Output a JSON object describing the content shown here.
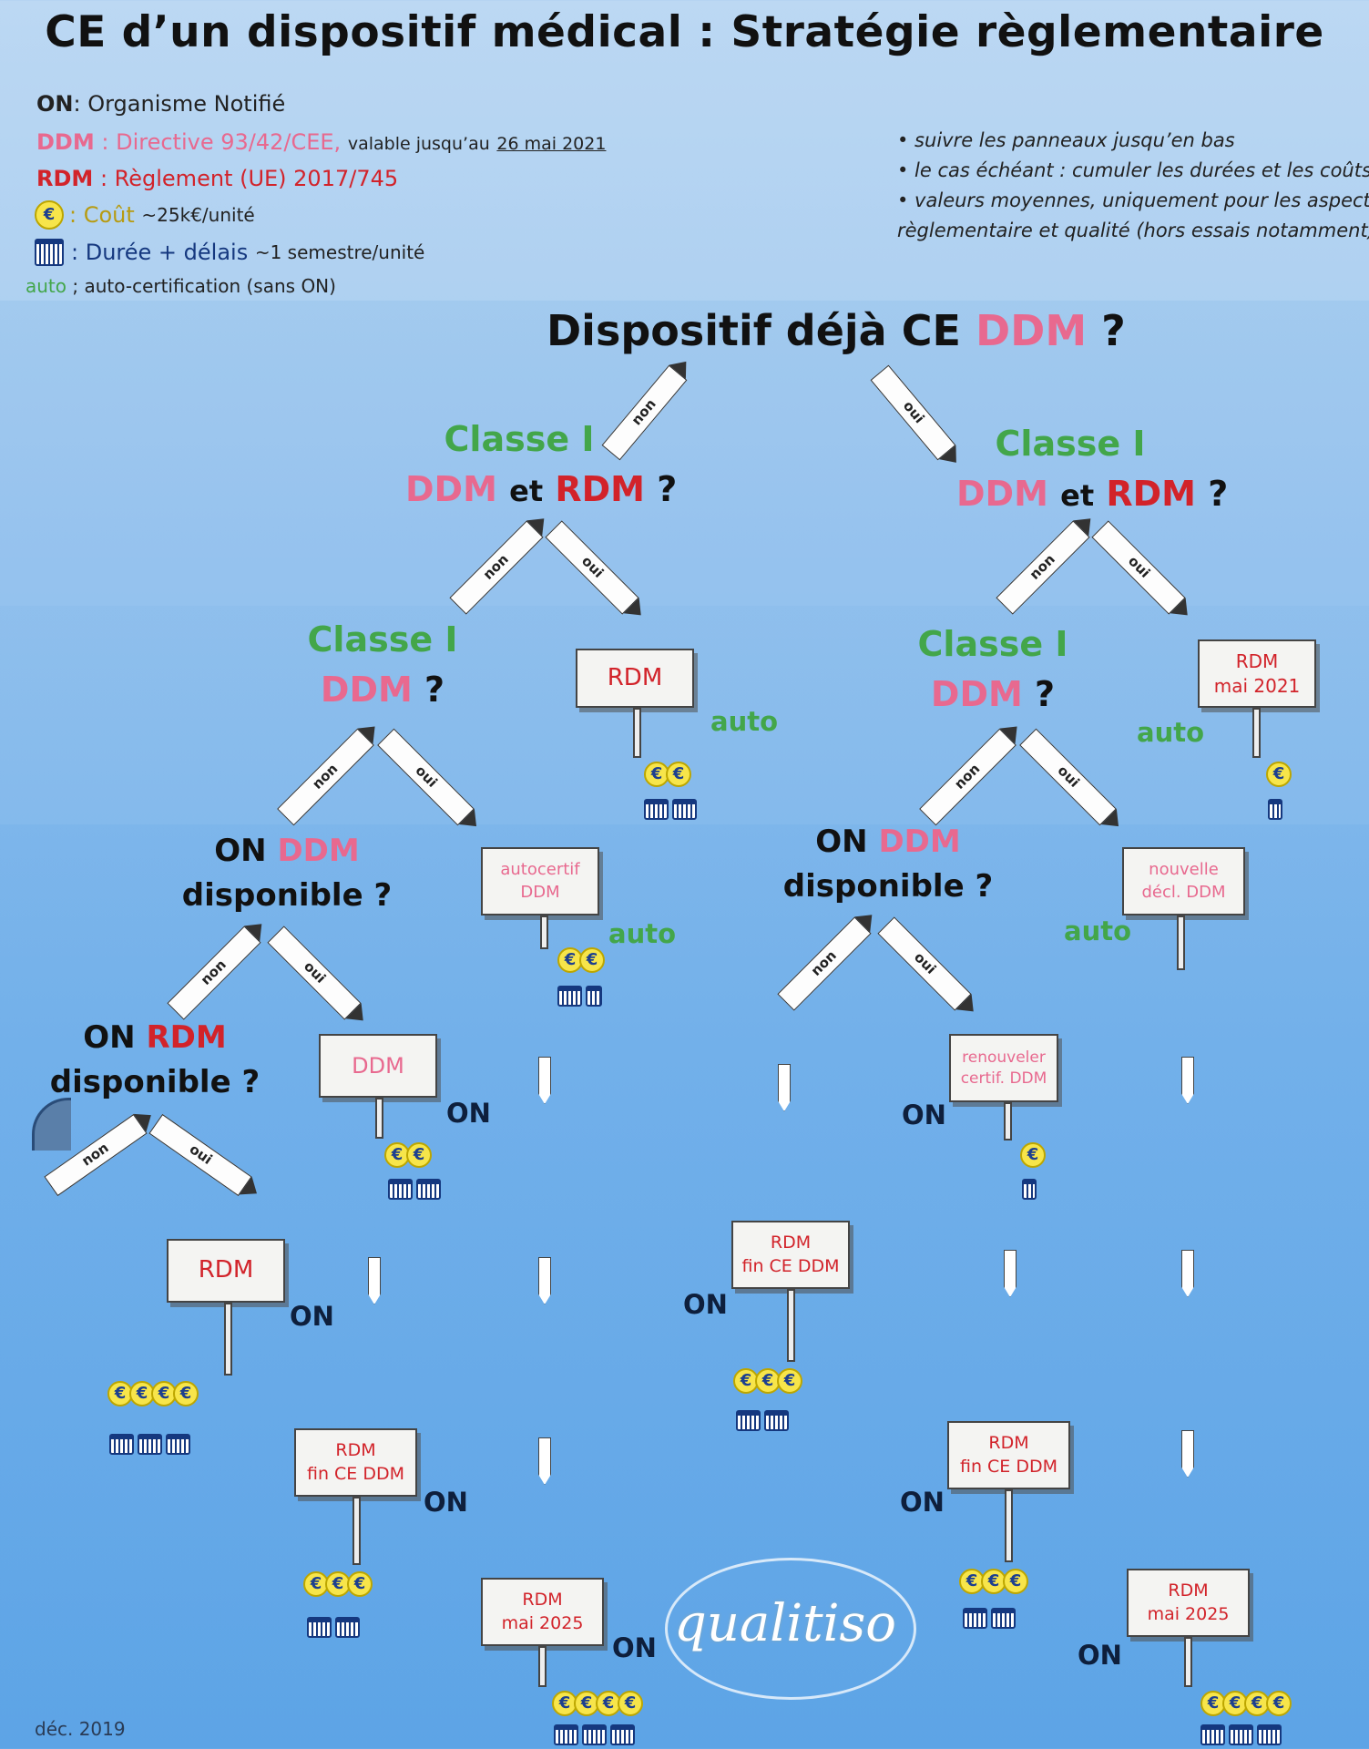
{
  "title": "CE d’un dispositif médical : Stratégie règlementaire",
  "legend": {
    "on_key": "ON",
    "on_text": ": Organisme Notifié",
    "ddm_key": "DDM",
    "ddm_text": ": Directive 93/42/CEE,",
    "ddm_valid": "valable jusqu’au",
    "ddm_date": "26 mai 2021",
    "rdm_key": "RDM",
    "rdm_text": ": Règlement (UE) 2017/745",
    "cost_label": ": Coût",
    "cost_text": "~25k€/unité",
    "duration_label": ": Durée + délais",
    "duration_text": "~1 semestre/unité",
    "auto_key": "auto",
    "auto_text": "; auto-certification (sans ON)"
  },
  "notes": [
    "• suivre les panneaux jusqu’en bas",
    "• le cas échéant : cumuler les durées et les coûts",
    "• valeurs moyennes, uniquement pour les aspects",
    "règlementaire et qualité (hors essais notamment)"
  ],
  "q_root": {
    "a": "Dispositif déjà CE",
    "b": "DDM",
    "c": "?"
  },
  "q_left1": {
    "l1": "Classe I",
    "a": "DDM",
    "et": "et",
    "b": "RDM",
    "c": "?"
  },
  "q_right1": {
    "l1": "Classe I",
    "a": "DDM",
    "et": "et",
    "b": "RDM",
    "c": "?"
  },
  "q_left2": {
    "l1": "Classe I",
    "a": "DDM",
    "c": "?"
  },
  "q_right2": {
    "l1": "Classe I",
    "a": "DDM",
    "c": "?"
  },
  "q_left3": {
    "a": "ON",
    "b": "DDM",
    "l2": "disponible ?"
  },
  "q_right3": {
    "a": "ON",
    "b": "DDM",
    "l2": "disponible ?"
  },
  "q_left4": {
    "a": "ON",
    "b": "RDM",
    "l2": "disponible ?"
  },
  "labels": {
    "non": "non",
    "oui": "oui",
    "on": "ON",
    "auto": "auto"
  },
  "signs": {
    "s_rdm_auto": [
      "RDM"
    ],
    "s_rdm_mai2021": [
      "RDM",
      "mai 2021"
    ],
    "s_autocertif": [
      "autocertif",
      "DDM"
    ],
    "s_nouvelle": [
      "nouvelle",
      "décl. DDM"
    ],
    "s_ddm": [
      "DDM"
    ],
    "s_renouveler": [
      "renouveler",
      "certif. DDM"
    ],
    "s_rdm4": [
      "RDM"
    ],
    "s_rdm_fin_mid": [
      "RDM",
      "fin CE DDM"
    ],
    "s_rdm_fin_left": [
      "RDM",
      "fin CE DDM"
    ],
    "s_rdm_fin_right": [
      "RDM",
      "fin CE DDM"
    ],
    "s_rdm_2025_left": [
      "RDM",
      "mai 2025"
    ],
    "s_rdm_2025_right": [
      "RDM",
      "mai 2025"
    ]
  },
  "coin_symbol": "€",
  "brand": "qualitiso",
  "date": "déc. 2019",
  "colors": {
    "green": "#43a64a",
    "pink": "#e8698f",
    "red": "#d2232a",
    "navy": "#15387f"
  }
}
